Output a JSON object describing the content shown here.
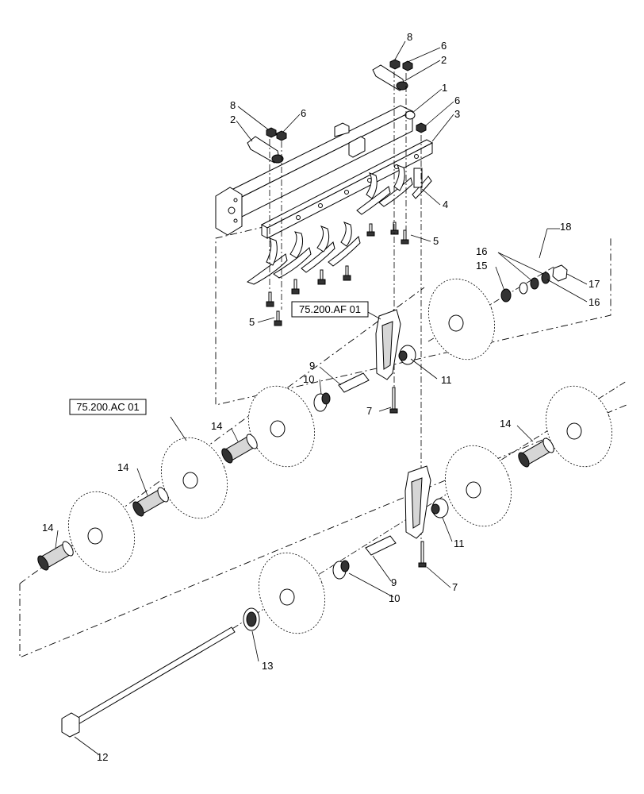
{
  "figure": {
    "references": {
      "ref_af": "75.200.AF 01",
      "ref_ac": "75.200.AC 01"
    },
    "callouts": {
      "c1": "1",
      "c2a": "2",
      "c2b": "2",
      "c3": "3",
      "c4": "4",
      "c5a": "5",
      "c5b": "5",
      "c6a": "6",
      "c6b": "6",
      "c6c": "6",
      "c7a": "7",
      "c7b": "7",
      "c8a": "8",
      "c8b": "8",
      "c9a": "9",
      "c9b": "9",
      "c10a": "10",
      "c10b": "10",
      "c11a": "11",
      "c11b": "11",
      "c12": "12",
      "c13": "13",
      "c14a": "14",
      "c14b": "14",
      "c14c": "14",
      "c14d": "14",
      "c15": "15",
      "c16a": "16",
      "c16b": "16",
      "c17": "17",
      "c18": "18"
    }
  }
}
